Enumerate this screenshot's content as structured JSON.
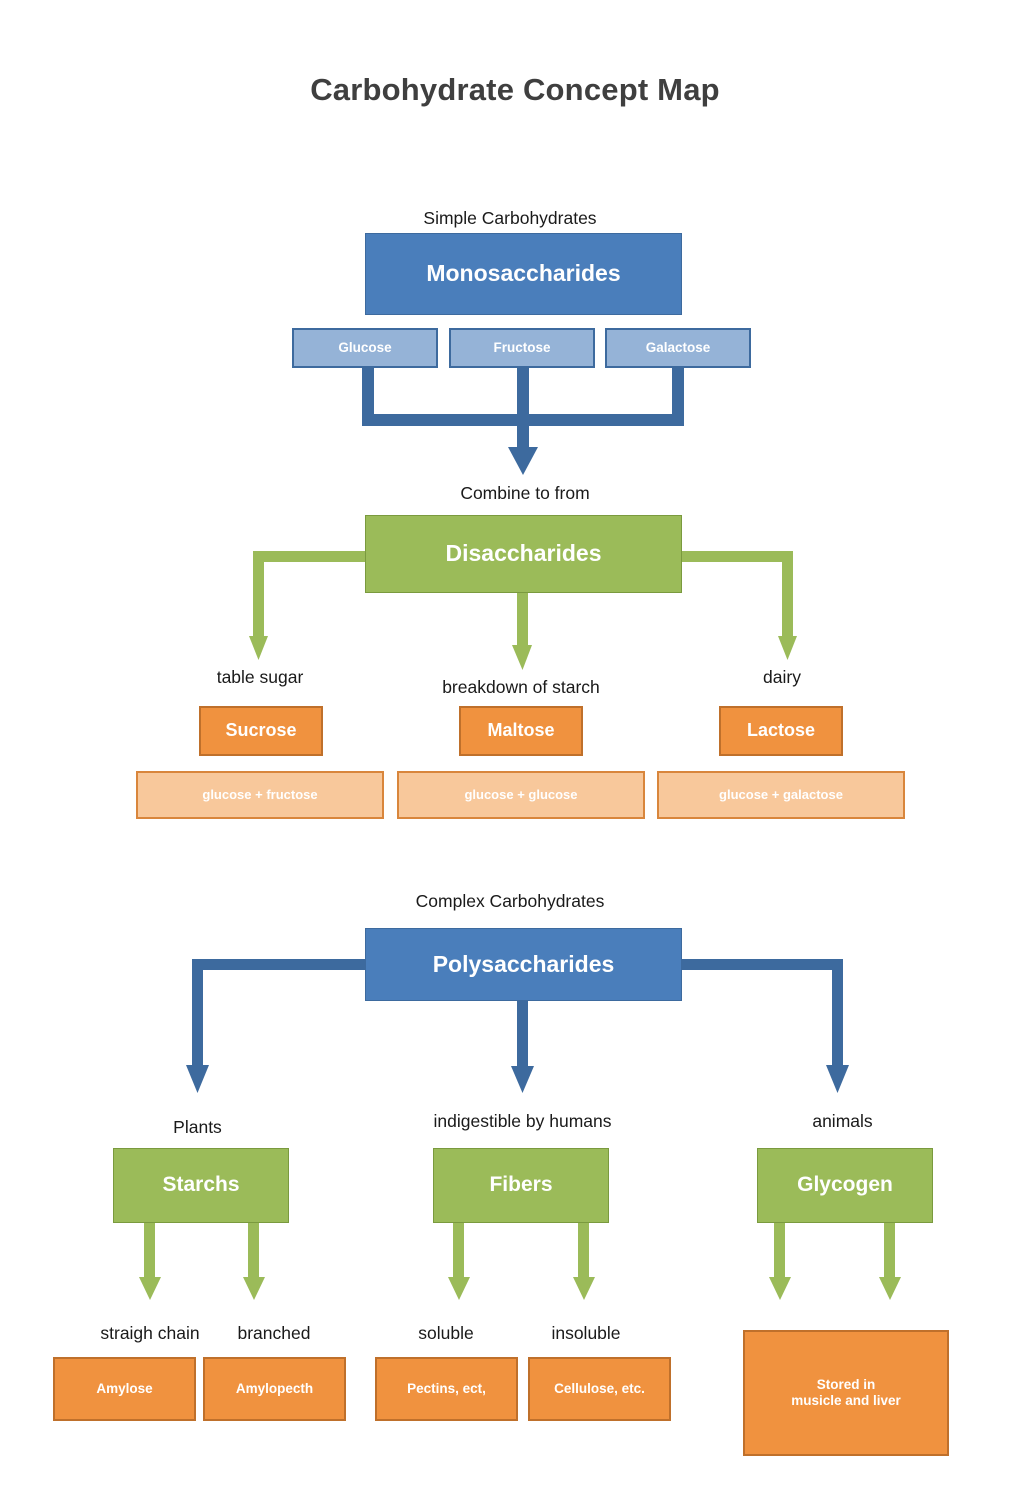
{
  "page": {
    "title": "Carbohydrate Concept Map"
  },
  "colors": {
    "blue_main": "#4a7ebb",
    "blue_sub": "#95b3d7",
    "blue_border": "#3d6a9e",
    "green": "#9bbb59",
    "green_border": "#7a9a3e",
    "orange": "#f0923f",
    "orange_border": "#bf702b",
    "orange_light": "#f8c89b",
    "orange_light_border": "#d9863c",
    "text_dark": "#3f3f3f"
  },
  "simple_section": {
    "caption": "Simple Carbohydrates",
    "main_node": "Monosaccharides",
    "sub_nodes": [
      {
        "label": "Glucose"
      },
      {
        "label": "Fructose"
      },
      {
        "label": "Galactose"
      }
    ],
    "link_label": "Combine to from"
  },
  "disaccharide_section": {
    "main_node": "Disaccharides",
    "branches": [
      {
        "caption": "table sugar",
        "name": "Sucrose",
        "composition": "glucose + fructose"
      },
      {
        "caption": "breakdown of starch",
        "name": "Maltose",
        "composition": "glucose + glucose"
      },
      {
        "caption": "dairy",
        "name": "Lactose",
        "composition": "glucose + galactose"
      }
    ]
  },
  "complex_section": {
    "caption": "Complex Carbohydrates",
    "main_node": "Polysaccharides",
    "branches": [
      {
        "caption": "Plants",
        "name": "Starchs",
        "children": [
          {
            "caption": "straigh chain",
            "label": "Amylose"
          },
          {
            "caption": "branched",
            "label": "Amylopecth"
          }
        ]
      },
      {
        "caption": "indigestible by humans",
        "name": "Fibers",
        "children": [
          {
            "caption": "soluble",
            "label": "Pectins, ect,"
          },
          {
            "caption": "insoluble",
            "label": "Cellulose, etc."
          }
        ]
      },
      {
        "caption": "animals",
        "name": "Glycogen",
        "children": [
          {
            "caption": "",
            "label": "Stored in\nmusicle and liver"
          }
        ]
      }
    ]
  }
}
